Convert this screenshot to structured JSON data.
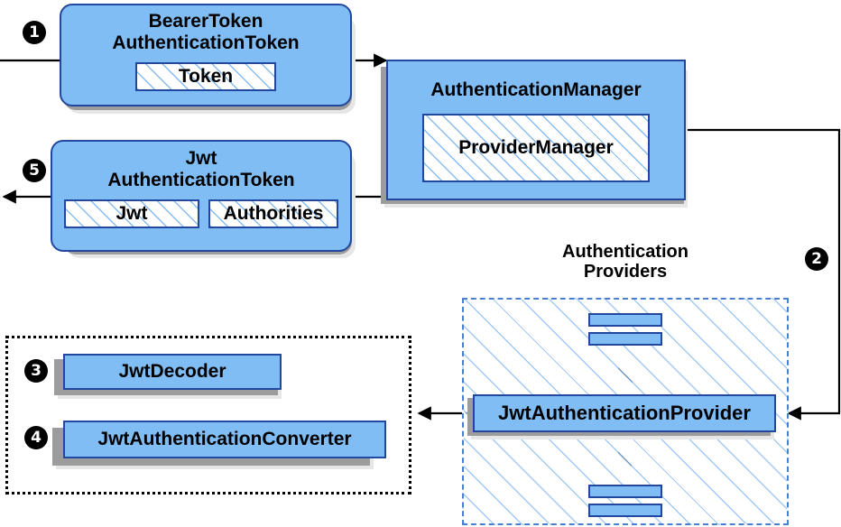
{
  "diagram": {
    "title": "Spring Security JWT Bearer Token Authentication Flow",
    "colors": {
      "node_fill": "#80bdf4",
      "node_border": "#22479e",
      "hatch_line": "#8abcf0",
      "shadow_dark": "#9c9c9c",
      "shadow_light": "#e6e6e6",
      "group_dashed_border": "#4a7fcf",
      "group_dotted_border": "#000000",
      "wire": "#000000",
      "bullet_fill": "#000000",
      "bullet_text": "#ffffff"
    }
  },
  "nodes": {
    "bearer_token": {
      "title_line1": "BearerToken",
      "title_line2": "AuthenticationToken",
      "chip": "Token"
    },
    "jwt_token": {
      "title_line1": "Jwt",
      "title_line2": "AuthenticationToken",
      "chip_left": "Jwt",
      "chip_right": "Authorities"
    },
    "authentication_manager": {
      "title": "AuthenticationManager",
      "chip": "ProviderManager"
    },
    "providers_group": {
      "title_line1": "Authentication",
      "title_line2": "Providers",
      "provider": "JwtAuthenticationProvider"
    },
    "decoder_group": {
      "decoder": "JwtDecoder",
      "converter": "JwtAuthenticationConverter"
    }
  },
  "bullets": [
    {
      "id": "step-1",
      "label": "❶",
      "number": "1"
    },
    {
      "id": "step-2",
      "label": "❷",
      "number": "2"
    },
    {
      "id": "step-3",
      "label": "❸",
      "number": "3"
    },
    {
      "id": "step-4",
      "label": "❹",
      "number": "4"
    },
    {
      "id": "step-5",
      "label": "❺",
      "number": "5"
    }
  ]
}
